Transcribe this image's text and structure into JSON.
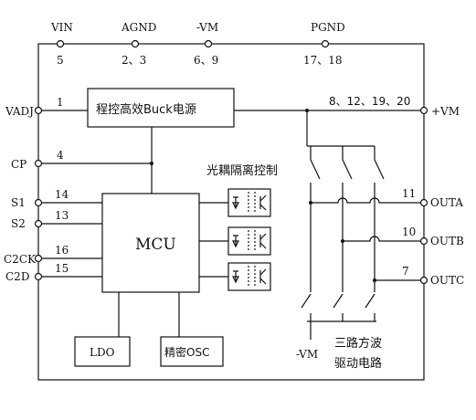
{
  "top_pins": [
    {
      "name": "VIN",
      "number": "5"
    },
    {
      "name": "AGND",
      "number": "2、3"
    },
    {
      "name": "-VM",
      "number": "6、9"
    },
    {
      "name": "PGND",
      "number": "17、18"
    }
  ],
  "left_pins": [
    {
      "name": "VADJ",
      "number": "1"
    },
    {
      "name": "CP",
      "number": "4"
    },
    {
      "name": "S1",
      "number": "14"
    },
    {
      "name": "S2",
      "number": "13"
    },
    {
      "name": "C2CK",
      "number": "16"
    },
    {
      "name": "C2D",
      "number": "15"
    }
  ],
  "right_pins": [
    {
      "name": "+VM",
      "number": "8、12、19、20"
    },
    {
      "name": "OUTA",
      "number": "11"
    },
    {
      "name": "OUTB",
      "number": "10"
    },
    {
      "name": "OUTC",
      "number": "7"
    }
  ],
  "blocks": {
    "buck": "程控高效Buck电源",
    "mcu": "MCU",
    "ldo": "LDO",
    "osc": "精密OSC",
    "opto_label": "光耦隔离控制",
    "bridge_label_1": "三路方波",
    "bridge_label_2": "驱动电路",
    "neg_vm": "-VM"
  },
  "colors": {
    "line": "#111111",
    "background": "#ffffff"
  }
}
